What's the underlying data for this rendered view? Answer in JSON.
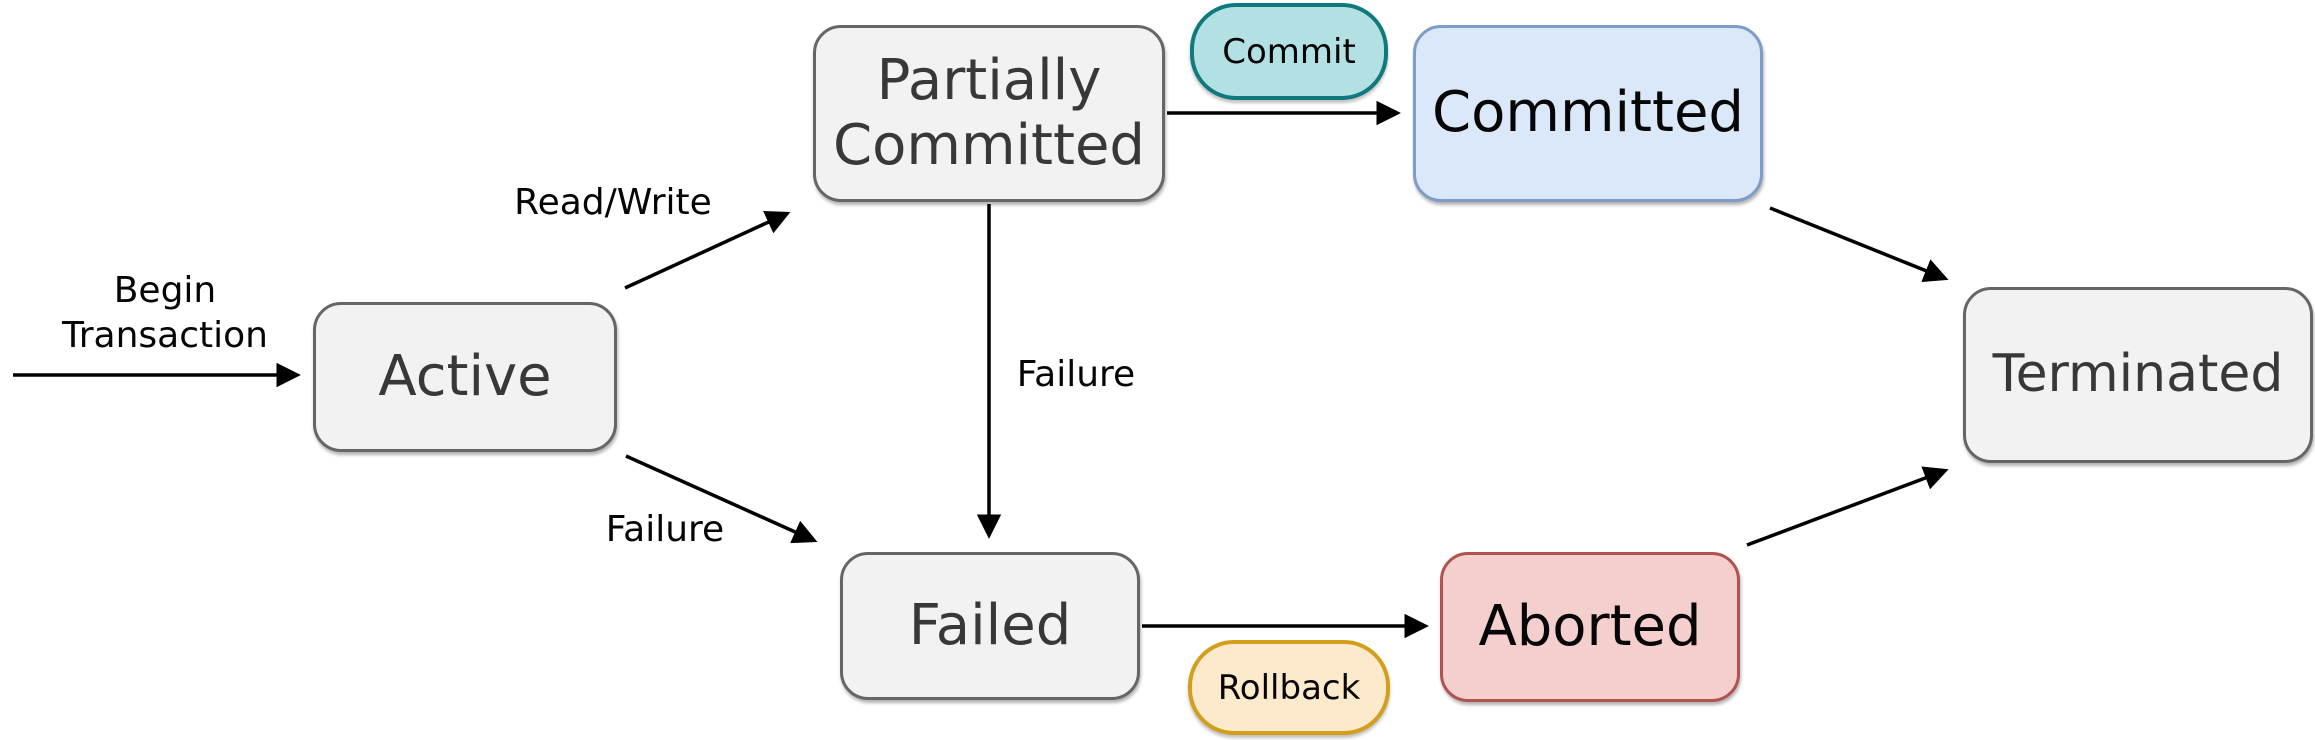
{
  "diagram": {
    "type": "state-diagram",
    "subject": "database transaction states",
    "nodes": {
      "active": {
        "label": "Active"
      },
      "partially_committed": {
        "label": "Partially\nCommitted"
      },
      "committed": {
        "label": "Committed"
      },
      "failed": {
        "label": "Failed"
      },
      "aborted": {
        "label": "Aborted"
      },
      "terminated": {
        "label": "Terminated"
      }
    },
    "edge_badges": {
      "commit": {
        "label": "Commit"
      },
      "rollback": {
        "label": "Rollback"
      }
    },
    "edge_labels": {
      "begin_transaction": {
        "label": "Begin\nTransaction"
      },
      "read_write": {
        "label": "Read/Write"
      },
      "failure_from_partially_committed": {
        "label": "Failure"
      },
      "failure_from_active": {
        "label": "Failure"
      }
    },
    "edges": [
      {
        "from": "(start)",
        "to": "active",
        "label": "Begin Transaction"
      },
      {
        "from": "active",
        "to": "partially_committed",
        "label": "Read/Write"
      },
      {
        "from": "partially_committed",
        "to": "committed",
        "label": "Commit"
      },
      {
        "from": "partially_committed",
        "to": "failed",
        "label": "Failure"
      },
      {
        "from": "active",
        "to": "failed",
        "label": "Failure"
      },
      {
        "from": "failed",
        "to": "aborted",
        "label": "Rollback"
      },
      {
        "from": "committed",
        "to": "terminated",
        "label": ""
      },
      {
        "from": "aborted",
        "to": "terminated",
        "label": ""
      }
    ],
    "colors": {
      "background": "#ffffff",
      "state_fill": "#f2f2f2",
      "state_border": "#666666",
      "state_text": "#383838",
      "committed_fill": "#dbe8f9",
      "committed_border": "#7d9dc7",
      "aborted_fill": "#f5cfcd",
      "aborted_border": "#b2524e",
      "commit_badge_fill": "#b3e1e3",
      "commit_badge_border": "#10797d",
      "rollback_badge_fill": "#fdeacd",
      "rollback_badge_border": "#d29e1c",
      "arrow": "#000000",
      "label_text": "#050505"
    }
  }
}
